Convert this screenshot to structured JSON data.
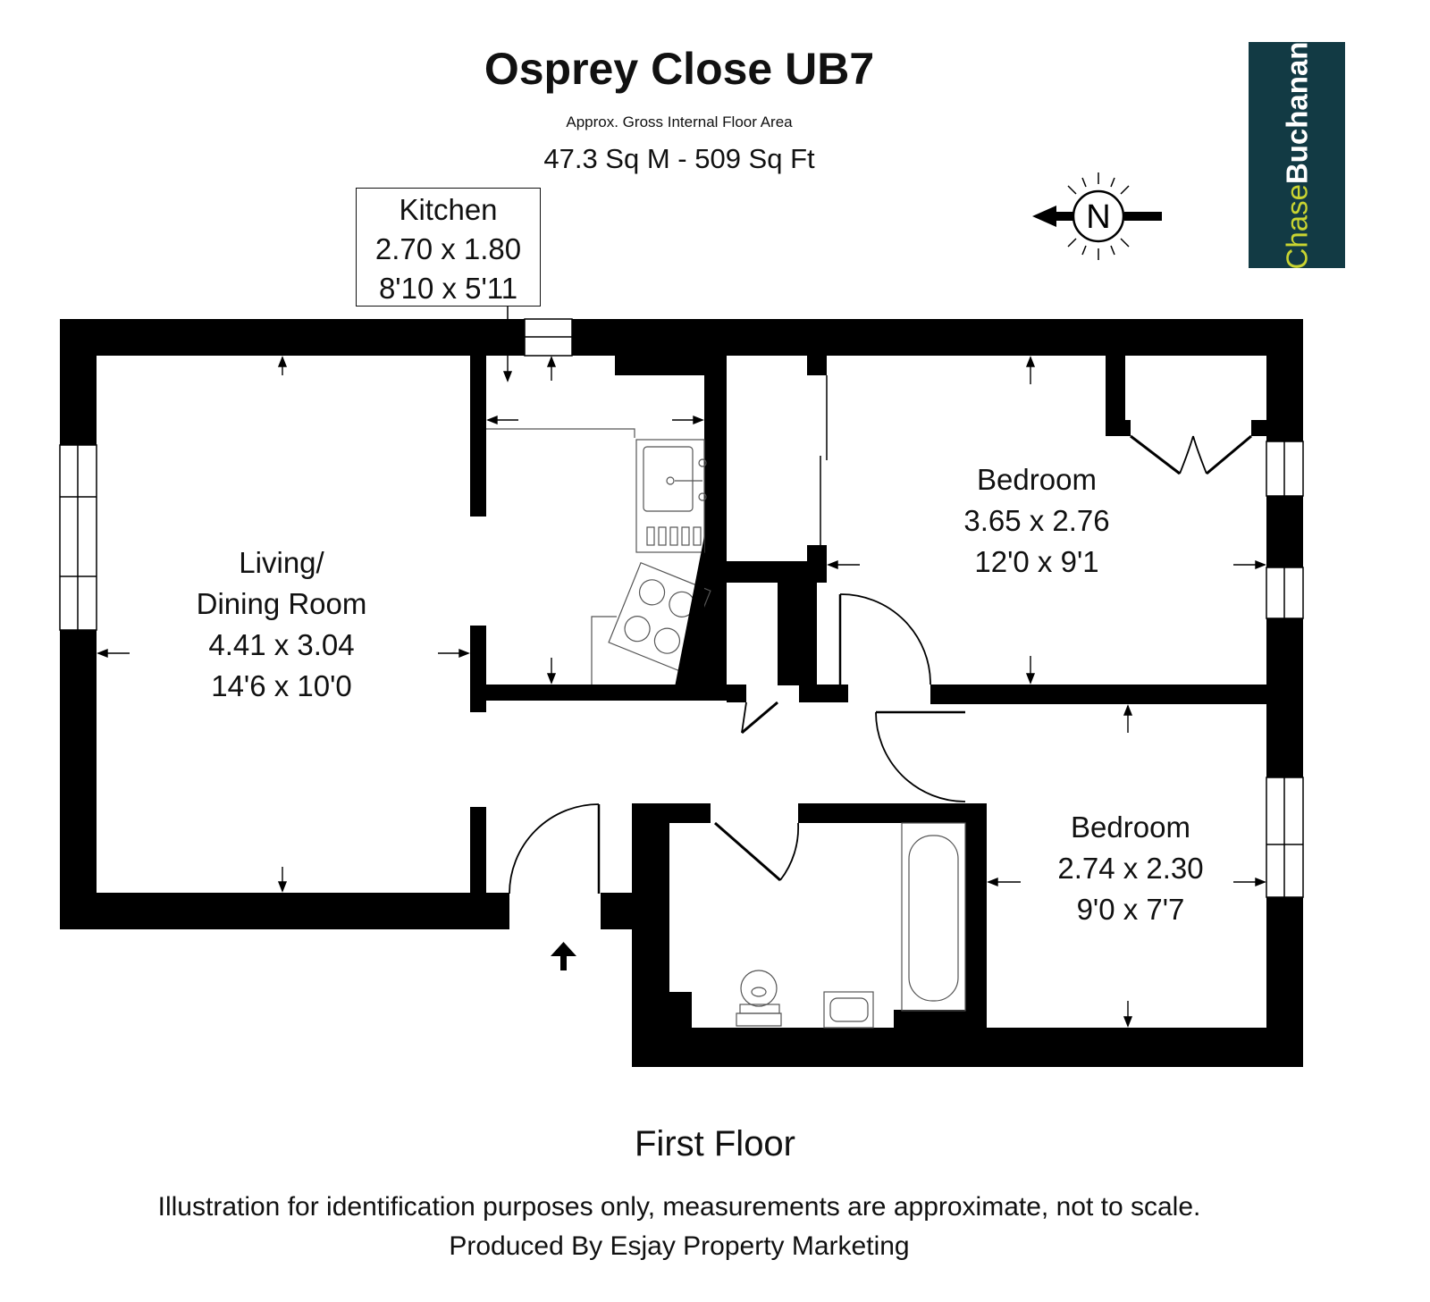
{
  "header": {
    "title": "Osprey Close UB7",
    "subtitle": "Approx. Gross Internal Floor Area",
    "area": "47.3 Sq M - 509 Sq Ft"
  },
  "logo": {
    "part1": "Chase",
    "part2": "Buchanan",
    "background": "#123a44",
    "accent": "#c9d431"
  },
  "compass": {
    "label": "N"
  },
  "rooms": {
    "kitchen": {
      "name": "Kitchen",
      "metric": "2.70 x 1.80",
      "imperial": "8'10 x 5'11"
    },
    "living": {
      "name_line1": "Living/",
      "name_line2": "Dining Room",
      "metric": "4.41 x 3.04",
      "imperial": "14'6 x 10'0"
    },
    "bedroom1": {
      "name": "Bedroom",
      "metric": "3.65 x 2.76",
      "imperial": "12'0 x 9'1"
    },
    "bedroom2": {
      "name": "Bedroom",
      "metric": "2.74 x 2.30",
      "imperial": "9'0 x 7'7"
    }
  },
  "floor_label": "First Floor",
  "disclaimer": {
    "line1": "Illustration for identification purposes only, measurements are approximate, not to scale.",
    "line2": "Produced By Esjay Property Marketing"
  }
}
